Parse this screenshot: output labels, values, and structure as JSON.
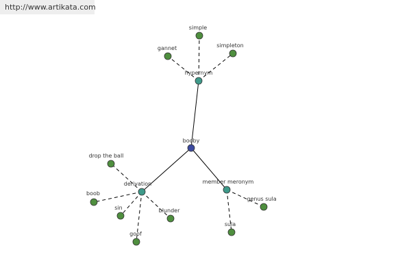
{
  "banner": {
    "url": "http://www.artikata.com"
  },
  "colors": {
    "root": "#3c4aa0",
    "hub": "#3f9a8a",
    "leaf": "#4f8f3f",
    "edge": "#000000"
  },
  "graph": {
    "root": {
      "id": "booby",
      "label": "booby"
    },
    "hubs": [
      {
        "id": "hypernym",
        "label": "hypernym",
        "leaves": [
          {
            "id": "simple",
            "label": "simple"
          },
          {
            "id": "gannet",
            "label": "gannet"
          },
          {
            "id": "simpleton",
            "label": "simpleton"
          }
        ]
      },
      {
        "id": "derivation",
        "label": "derivation",
        "leaves": [
          {
            "id": "drop-the-ball",
            "label": "drop the ball"
          },
          {
            "id": "boob",
            "label": "boob"
          },
          {
            "id": "sin",
            "label": "sin"
          },
          {
            "id": "blunder",
            "label": "blunder"
          },
          {
            "id": "goof",
            "label": "goof"
          }
        ]
      },
      {
        "id": "member-meronym",
        "label": "member meronym",
        "leaves": [
          {
            "id": "genus-sula",
            "label": "genus sula"
          },
          {
            "id": "sula",
            "label": "sula"
          }
        ]
      }
    ]
  }
}
